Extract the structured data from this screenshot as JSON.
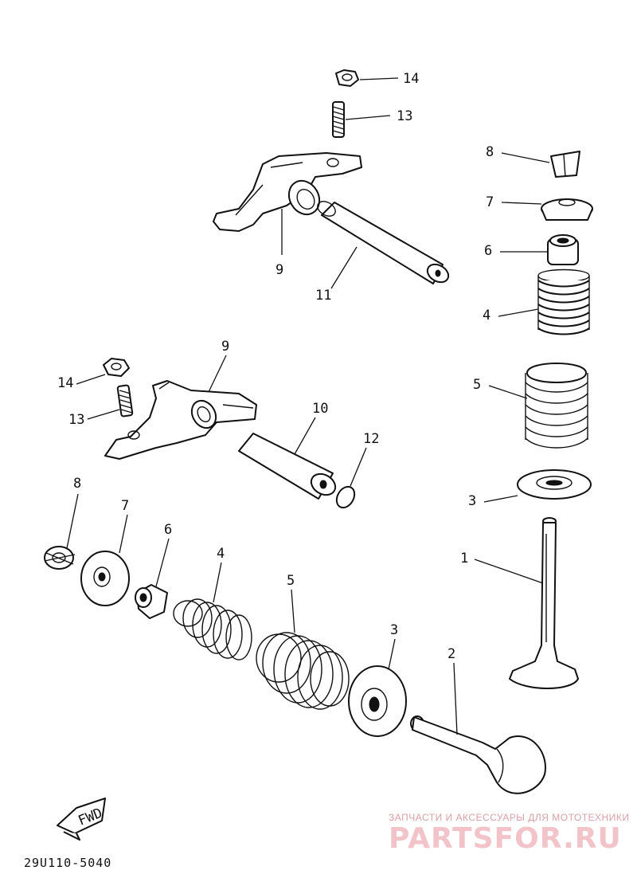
{
  "diagram": {
    "part_code": "29U110-5040",
    "fwd_label": "FWD",
    "labels": {
      "p14a": "14",
      "p13a": "13",
      "p9a": "9",
      "p11": "11",
      "p8a": "8",
      "p7a": "7",
      "p6a": "6",
      "p4a": "4",
      "p5a": "5",
      "p3a": "3",
      "p1": "1",
      "p9b": "9",
      "p14b": "14",
      "p13b": "13",
      "p10": "10",
      "p12": "12",
      "p8b": "8",
      "p7b": "7",
      "p6b": "6",
      "p4b": "4",
      "p5b": "5",
      "p3b": "3",
      "p2": "2"
    }
  },
  "watermark": {
    "caption": "ЗАПЧАСТИ И АКСЕССУАРЫ ДЛЯ МОТОТЕХНИКИ",
    "logo": "PARTSFOR.RU"
  }
}
